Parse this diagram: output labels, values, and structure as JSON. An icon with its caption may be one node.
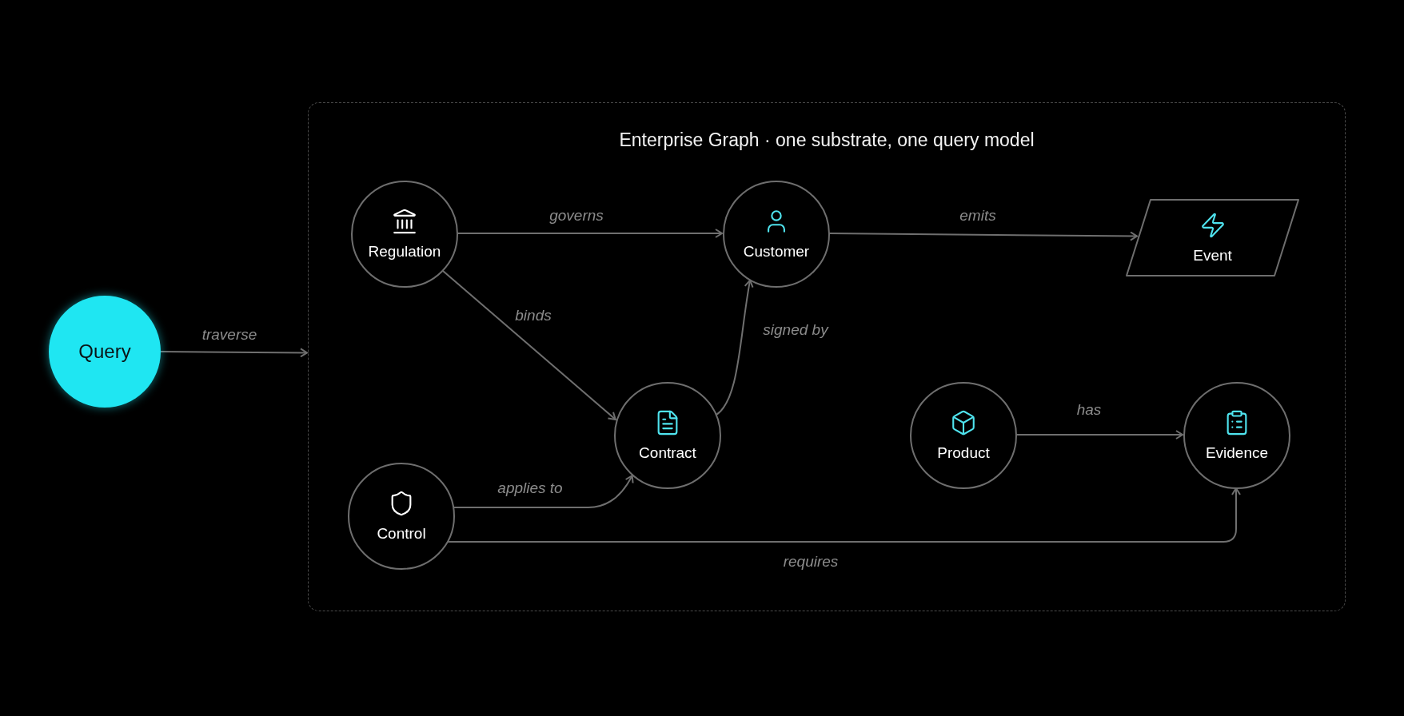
{
  "diagram": {
    "nodes": [
      {
        "text": [
          "Query"
        ]
      },
      {
        "text": [
          "Enterprise Graph · one substrate, one query model"
        ]
      },
      {
        "text": [
          "Regulation"
        ],
        "in": 1
      },
      {
        "text": [
          "Customer"
        ],
        "in": 1
      },
      {
        "text": [
          "Event"
        ],
        "in": 1
      },
      {
        "text": [
          "Contract"
        ],
        "in": 1
      },
      {
        "text": [
          "Control"
        ],
        "in": 1
      },
      {
        "text": [
          "Product"
        ],
        "in": 1
      },
      {
        "text": [
          "Evidence"
        ],
        "in": 1
      }
    ],
    "edges": [
      {
        "from": 0,
        "to": 1,
        "arrow": "to",
        "label": "traverse"
      },
      {
        "from": 2,
        "to": 3,
        "arrow": "to",
        "label": "governs"
      },
      {
        "from": 3,
        "to": 4,
        "arrow": "to",
        "label": "emits"
      },
      {
        "from": 2,
        "to": 5,
        "arrow": "to",
        "label": "binds"
      },
      {
        "from": 5,
        "to": 3,
        "arrow": "to",
        "label": "signed by"
      },
      {
        "from": 6,
        "to": 5,
        "arrow": "to",
        "label": "applies to"
      },
      {
        "from": 7,
        "to": 8,
        "arrow": "to",
        "label": "has"
      },
      {
        "from": 6,
        "to": 8,
        "arrow": "to",
        "label": "requires"
      }
    ]
  }
}
